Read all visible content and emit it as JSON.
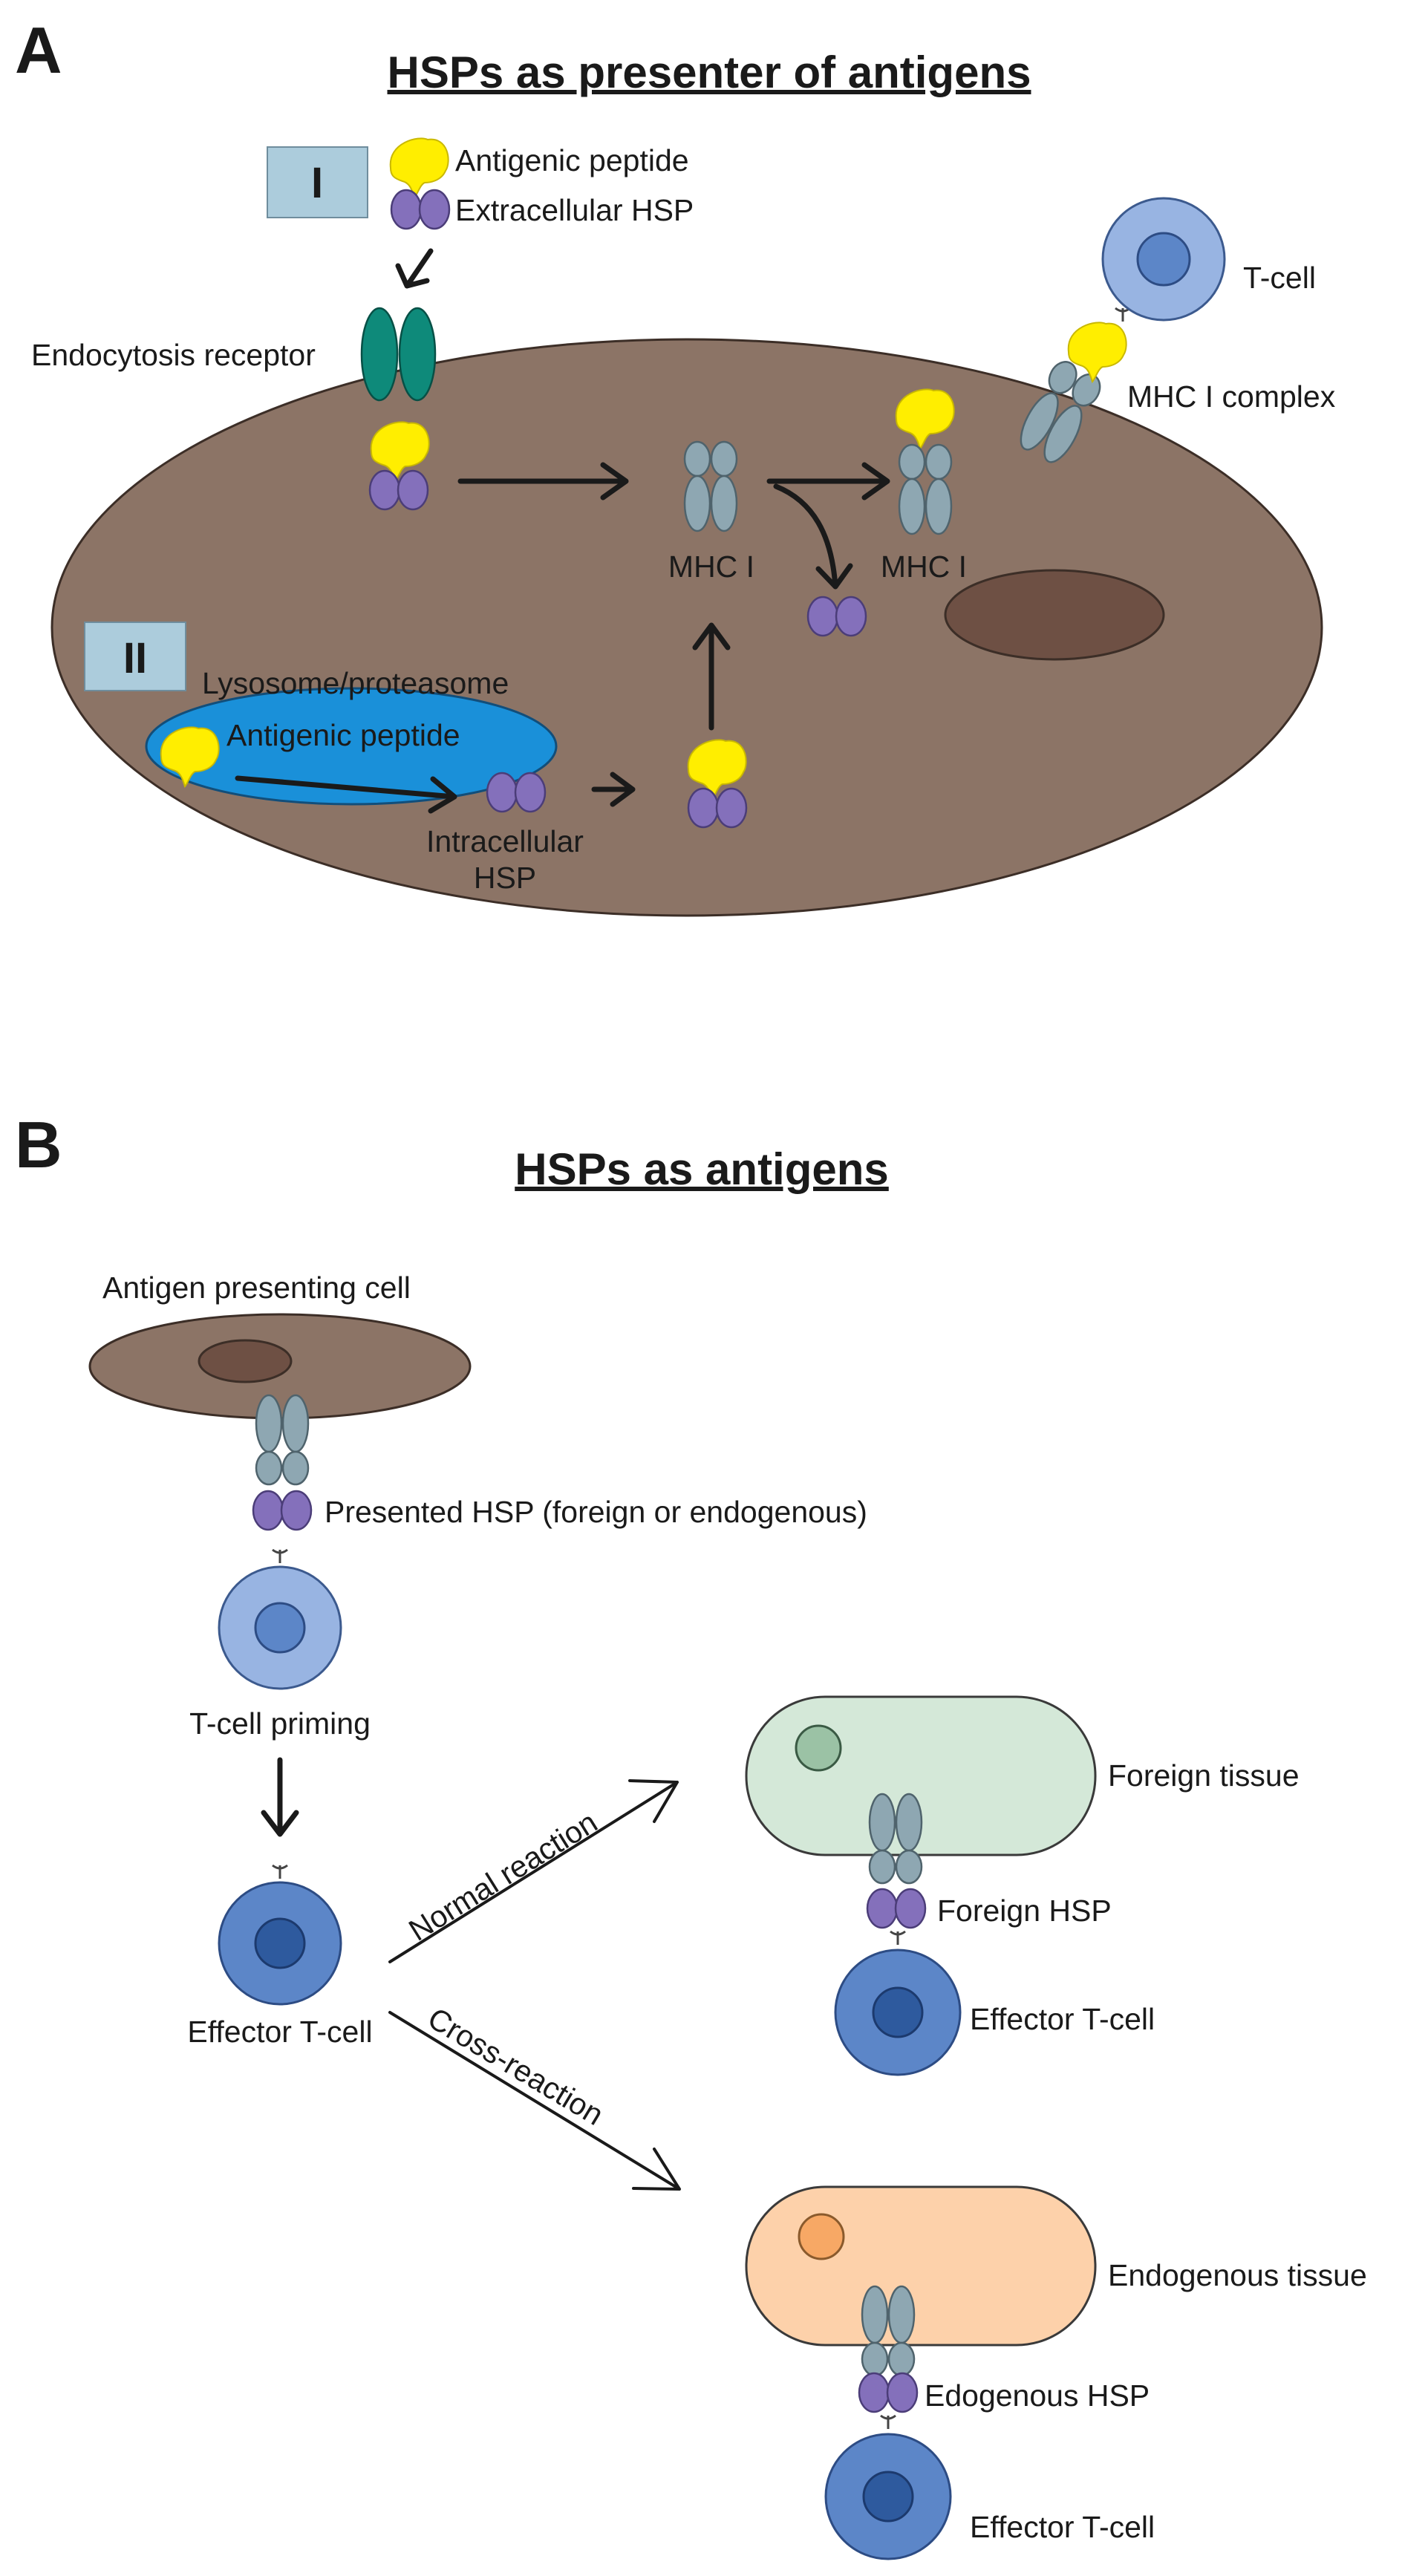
{
  "panel_a": {
    "letter": "A",
    "title": "HSPs as presenter of antigens",
    "box_i": "I",
    "box_ii": "II",
    "labels": {
      "antigenic_peptide": "Antigenic peptide",
      "extracellular_hsp": "Extracellular HSP",
      "endocytosis_receptor": "Endocytosis receptor",
      "t_cell": "T-cell",
      "mhc_i_complex": "MHC I complex",
      "mhc_i_left": "MHC I",
      "mhc_i_right": "MHC I",
      "lysosome": "Lysosome/proteasome",
      "antigenic_peptide_inner": "Antigenic peptide",
      "intracellular_hsp_1": "Intracellular",
      "intracellular_hsp_2": "HSP"
    }
  },
  "panel_b": {
    "letter": "B",
    "title": "HSPs as antigens",
    "labels": {
      "apc": "Antigen presenting cell",
      "presented_hsp": "Presented HSP (foreign or endogenous)",
      "t_cell_priming": "T-cell priming",
      "effector_t_cell": "Effector T-cell",
      "normal_reaction": "Normal reaction",
      "cross_reaction": "Cross-reaction",
      "foreign_tissue": "Foreign tissue",
      "foreign_hsp": "Foreign HSP",
      "effector_t_cell_foreign": "Effector T-cell",
      "endogenous_tissue": "Endogenous tissue",
      "endogenous_hsp": "Edogenous HSP",
      "effector_t_cell_endogenous": "Effector T-cell"
    }
  },
  "colors": {
    "cell_body": "#8c7466",
    "nucleus": "#6e5044",
    "lysosome": "#1a90d9",
    "peptide": "#ffee00",
    "hsp": "#8470bb",
    "mhc": "#8ea7b2",
    "receptor": "#0e8a7a",
    "t_cell_light": "#98b4e2",
    "t_cell_effector": "#5c86c8",
    "foreign_tissue": "#d4e8d8",
    "endogenous_tissue": "#fdd1aa",
    "label_box": "#acccdc"
  }
}
